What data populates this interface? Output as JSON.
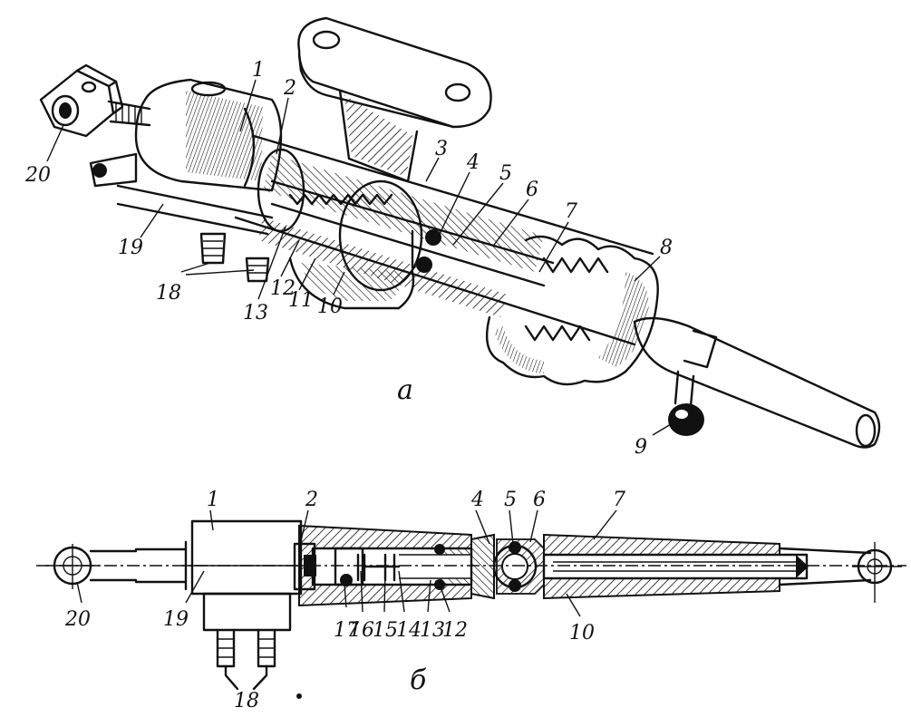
{
  "views": [
    {
      "id": "a",
      "caption": "а"
    },
    {
      "id": "b",
      "caption": "б"
    }
  ],
  "callouts_a": [
    "1",
    "2",
    "3",
    "4",
    "5",
    "6",
    "7",
    "8",
    "9",
    "10",
    "11",
    "12",
    "13",
    "18",
    "19",
    "20"
  ],
  "callouts_b": [
    "1",
    "2",
    "4",
    "5",
    "6",
    "7",
    "10",
    "12",
    "13",
    "14",
    "15",
    "16",
    "17",
    "18",
    "19",
    "20"
  ]
}
